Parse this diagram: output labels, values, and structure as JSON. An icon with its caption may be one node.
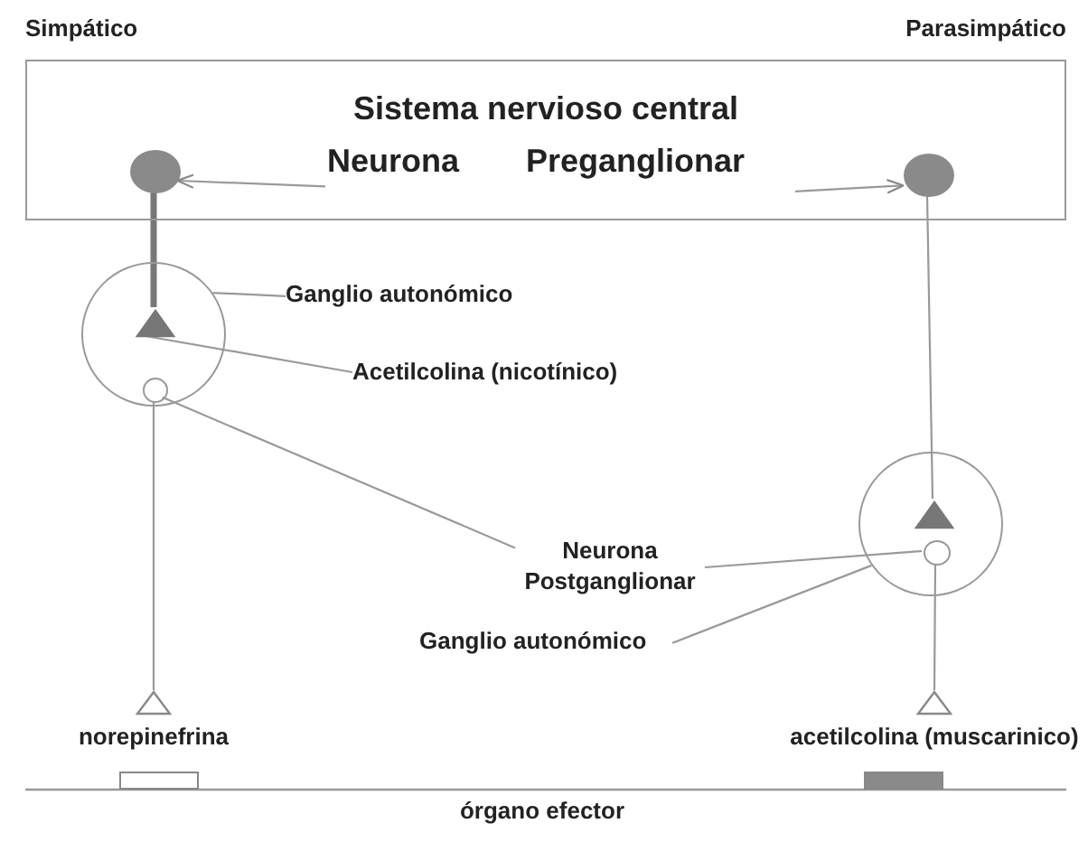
{
  "diagram": {
    "nodes": [
      {
        "text": [
          "Sistema nervioso central"
        ]
      },
      {
        "text": [
          "Neurona"
        ],
        "in": 0
      },
      {
        "text": [
          "Preganglionar"
        ],
        "in": 0
      },
      {
        "text": [],
        "shape": "circle",
        "in": 0
      },
      {
        "text": [],
        "shape": "circle",
        "in": 0
      },
      {
        "text": [],
        "shape": "circle"
      },
      {
        "text": [],
        "shape": "triangle",
        "in": 5
      },
      {
        "text": [],
        "shape": "circle",
        "in": 5
      },
      {
        "text": [],
        "shape": "triangle",
        "beside": [
          "norepinefrina"
        ]
      },
      {
        "text": [],
        "shape": "box"
      },
      {
        "text": [
          "Ganglio autonómico"
        ]
      },
      {
        "text": [
          "Acetilcolina (nicotínico)"
        ]
      },
      {
        "text": [
          "Neurona Postganglionar"
        ]
      },
      {
        "text": [],
        "shape": "circle"
      },
      {
        "text": [],
        "shape": "triangle",
        "in": 13
      },
      {
        "text": [],
        "shape": "circle",
        "in": 13
      },
      {
        "text": [],
        "shape": "triangle",
        "beside": [
          "acetilcolina (muscarinico)"
        ]
      },
      {
        "text": [],
        "shape": "bar"
      },
      {
        "text": [
          "Ganglio autonómico"
        ]
      }
    ],
    "edges": [
      {
        "from": 1,
        "to": 3,
        "arrow": "to"
      },
      {
        "from": 2,
        "to": 4,
        "arrow": "to"
      },
      {
        "from": 3,
        "to": 6,
        "arrow": "none",
        "style": "thick"
      },
      {
        "from": 7,
        "to": 8,
        "arrow": "none"
      },
      {
        "from": 4,
        "to": 14,
        "arrow": "none"
      },
      {
        "from": 15,
        "to": 16,
        "arrow": "none"
      },
      {
        "from": 10,
        "to": 5,
        "arrow": "none"
      },
      {
        "from": 11,
        "to": 6,
        "arrow": "none"
      },
      {
        "from": 12,
        "to": 7,
        "arrow": "none"
      },
      {
        "from": 12,
        "to": 15,
        "arrow": "none"
      },
      {
        "from": 18,
        "to": 13,
        "arrow": "none"
      }
    ],
    "labels": [
      "Simpático",
      "Parasimpático",
      "órgano efector"
    ]
  }
}
